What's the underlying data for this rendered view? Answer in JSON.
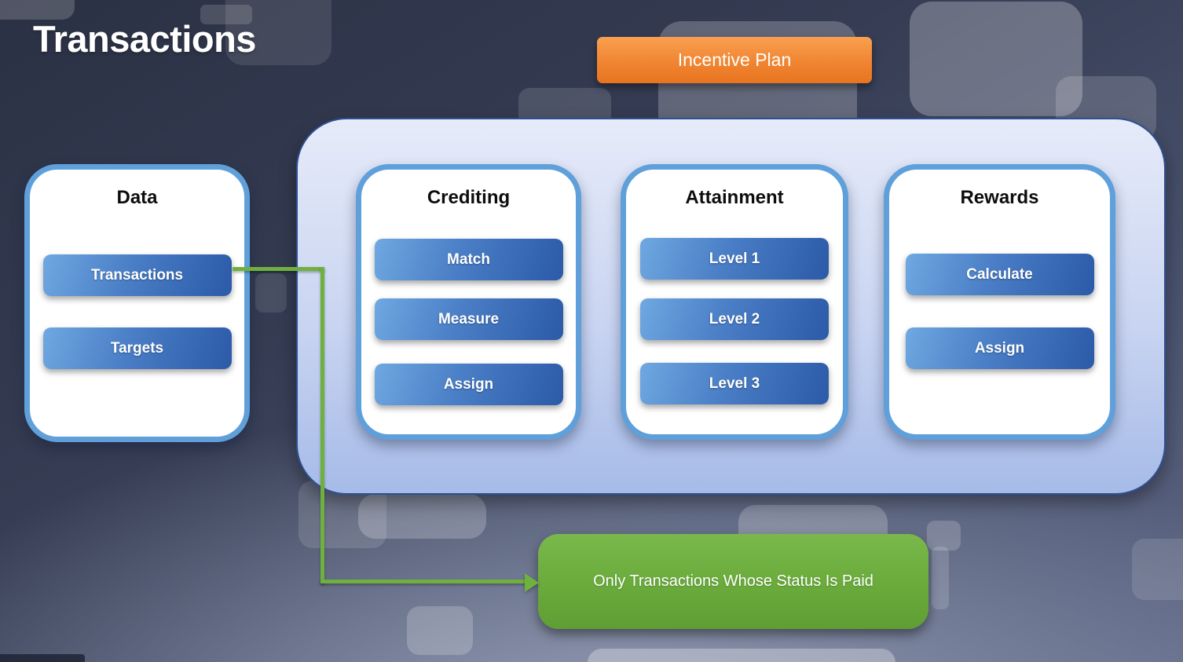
{
  "slide": {
    "title": "Transactions"
  },
  "incentive": {
    "label": "Incentive Plan"
  },
  "data_panel": {
    "title": "Data",
    "buttons": [
      "Transactions",
      "Targets"
    ]
  },
  "plan": {
    "panels": [
      {
        "title": "Crediting",
        "buttons": [
          "Match",
          "Measure",
          "Assign"
        ]
      },
      {
        "title": "Attainment",
        "buttons": [
          "Level 1",
          "Level 2",
          "Level 3"
        ]
      },
      {
        "title": "Rewards",
        "buttons": [
          "Calculate",
          "Assign"
        ]
      }
    ]
  },
  "callout": {
    "label": "Only Transactions Whose Status Is Paid"
  },
  "colors": {
    "accent_orange": "#ED7D31",
    "panel_border_blue": "#5FA0DB",
    "button_blue_light": "#6FA8E1",
    "button_blue_dark": "#2B5AA8",
    "container_border": "#2E4F91",
    "container_fill_top": "#E6EBF9",
    "container_fill_bottom": "#A6BBE8",
    "connector_green": "#6FB13F",
    "callout_green_top": "#7AB84B",
    "callout_green_bottom": "#5F9E33"
  }
}
